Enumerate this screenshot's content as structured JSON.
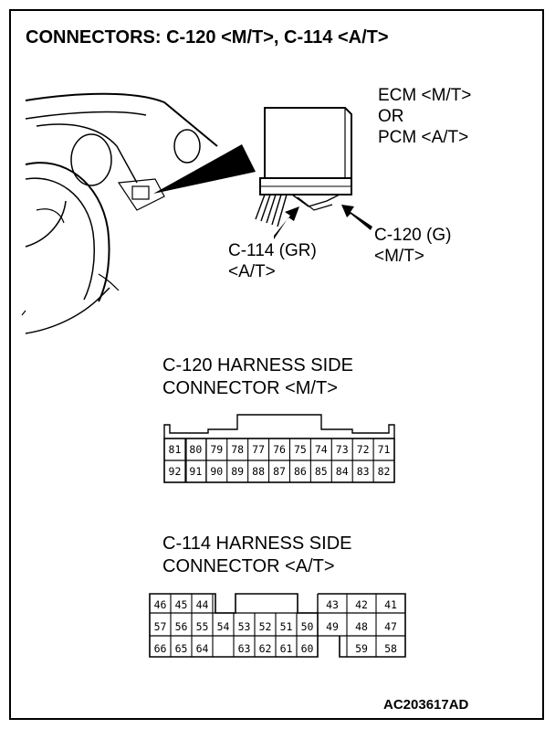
{
  "title": "CONNECTORS: C-120 <M/T>, C-114 <A/T>",
  "callouts": {
    "ecm_line1": "ECM <M/T>",
    "ecm_line2": "OR",
    "ecm_line3": "PCM <A/T>",
    "c120_line1": "C-120 (G)",
    "c120_line2": "<M/T>",
    "c114_line1": "C-114 (GR)",
    "c114_line2": "<A/T>"
  },
  "c120": {
    "heading_line1": "C-120 HARNESS SIDE",
    "heading_line2": "CONNECTOR <M/T>",
    "row1": [
      "81",
      "80",
      "79",
      "78",
      "77",
      "76",
      "75",
      "74",
      "73",
      "72",
      "71"
    ],
    "row2": [
      "92",
      "91",
      "90",
      "89",
      "88",
      "87",
      "86",
      "85",
      "84",
      "83",
      "82"
    ]
  },
  "c114": {
    "heading_line1": "C-114 HARNESS SIDE",
    "heading_line2": "CONNECTOR <A/T>",
    "left_row1": [
      "46",
      "45",
      "44"
    ],
    "left_row2": [
      "57",
      "56",
      "55",
      "54",
      "53",
      "52",
      "51",
      "50"
    ],
    "left_row3": [
      "66",
      "65",
      "64",
      "",
      "63",
      "62",
      "61",
      "60"
    ],
    "right_row1": [
      "43",
      "42",
      "41"
    ],
    "right_row2": [
      "49",
      "48",
      "47"
    ],
    "right_row3": [
      "",
      "59",
      "58"
    ]
  },
  "figure_code": "AC203617AD"
}
